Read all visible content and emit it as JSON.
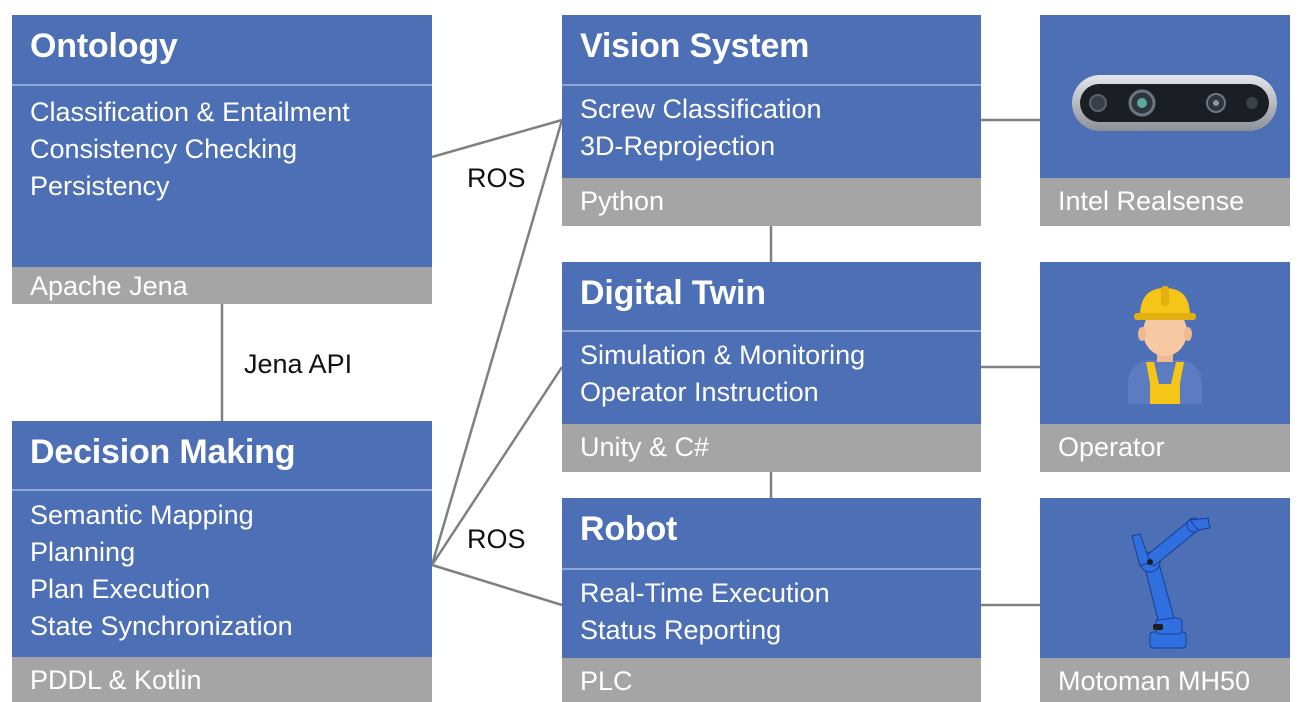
{
  "ontology": {
    "title": "Ontology",
    "items": [
      "Classification & Entailment",
      "Consistency Checking",
      "Persistency"
    ],
    "tech": "Apache Jena"
  },
  "decision": {
    "title": "Decision Making",
    "items": [
      "Semantic Mapping",
      "Planning",
      "Plan Execution",
      "State Synchronization"
    ],
    "tech": "PDDL & Kotlin"
  },
  "vision": {
    "title": "Vision System",
    "items": [
      "Screw Classification",
      "3D-Reprojection"
    ],
    "tech": "Python"
  },
  "twin": {
    "title": "Digital Twin",
    "items": [
      "Simulation & Monitoring",
      "Operator Instruction"
    ],
    "tech": "Unity & C#"
  },
  "robot": {
    "title": "Robot",
    "items": [
      "Real-Time Execution",
      "Status Reporting"
    ],
    "tech": "PLC"
  },
  "devices": {
    "camera": {
      "label": "Intel Realsense",
      "icon": "depth-camera-icon"
    },
    "operator": {
      "label": "Operator",
      "icon": "worker-icon"
    },
    "robot": {
      "label": "Motoman MH50",
      "icon": "industrial-robot-arm-icon"
    }
  },
  "connections": {
    "ros_top": "ROS",
    "ros_bottom": "ROS",
    "jena_api": "Jena API"
  },
  "colors": {
    "box_blue": "#4c6fb5",
    "footer_gray": "#a5a5a5",
    "connector": "#7f7f7f",
    "helmet_yellow": "#f5c518"
  }
}
